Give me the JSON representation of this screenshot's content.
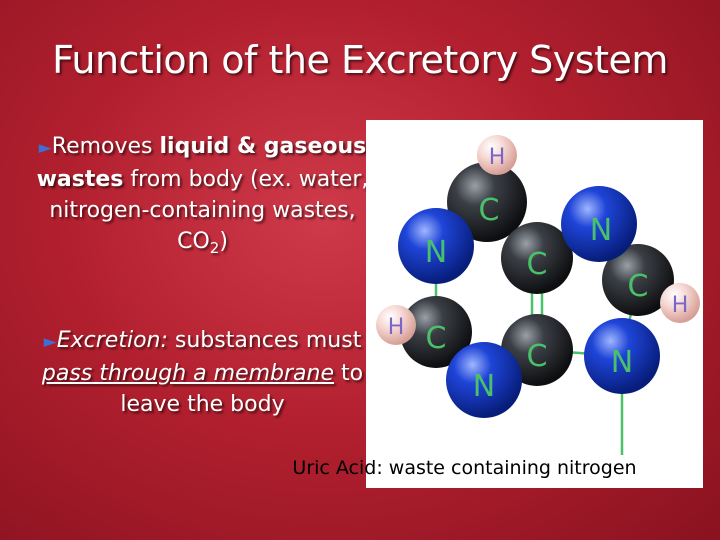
{
  "title": "Function of the Excretory System",
  "bullet1": {
    "arrow": "►",
    "t1": "Removes ",
    "t2": "liquid & gaseous wastes",
    "t3": " from body (ex. water, nitrogen-containing wastes, CO",
    "sub": "2",
    "t4": ")"
  },
  "bullet2": {
    "arrow": "►",
    "t1": "Excretion:",
    "t2": "  substances must ",
    "t3": "pass through a membrane",
    "t4": " to leave the body"
  },
  "molecule": {
    "atoms": [
      "H",
      "C",
      "N",
      "C",
      "N",
      "C",
      "H",
      "H",
      "C",
      "C",
      "N",
      "N"
    ]
  },
  "caption": "Uric Acid: waste containing nitrogen"
}
